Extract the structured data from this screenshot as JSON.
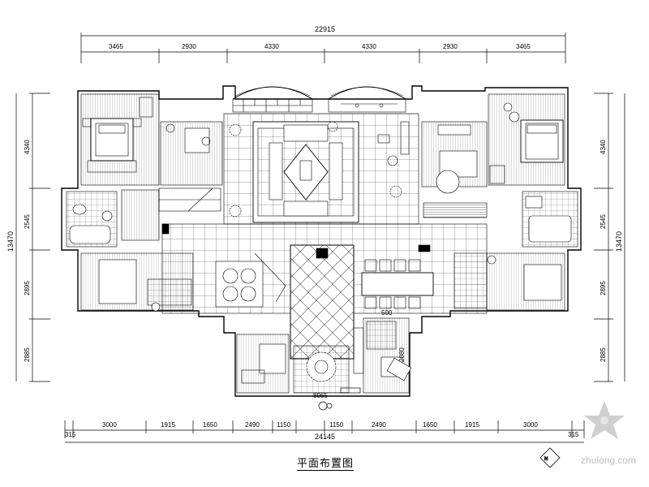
{
  "drawing": {
    "title": "平面布置图",
    "watermark": "zhulong.com"
  },
  "dimensions": {
    "top_total": "22915",
    "top_segments": [
      "3465",
      "2930",
      "4330",
      "4330",
      "2930",
      "3465"
    ],
    "left_segments": [
      "4340",
      "2545",
      "2895",
      "2885"
    ],
    "left_total": "13470",
    "right_segments": [
      "4340",
      "2545",
      "2895",
      "2885"
    ],
    "right_total": "13470",
    "bottom_segments": [
      "3000",
      "1915",
      "1650",
      "2490",
      "1150",
      "1150",
      "2490",
      "1650",
      "1915",
      "3000"
    ],
    "bottom_total": "24145",
    "bottom_left_small": "315",
    "bottom_right_small": "315",
    "bottom_center": "8065",
    "inner_500": "500",
    "inner_2080": "2080"
  },
  "colors": {
    "line": "#000000",
    "hatch": "#000000",
    "watermark": "#bdbdbd"
  }
}
